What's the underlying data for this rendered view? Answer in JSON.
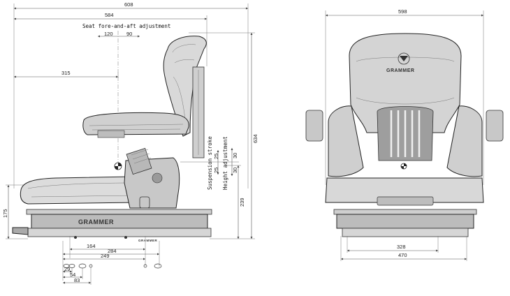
{
  "side_view": {
    "dims": {
      "overall_width": "608",
      "seat_depth": "584",
      "fore_aft_label": "Seat fore-and-aft adjustment",
      "fore_aft_back": "120",
      "fore_aft_fwd": "90",
      "backrest_offset": "315",
      "overall_height": "634",
      "seat_height": "239",
      "base_height": "175",
      "suspension_label": "Suspension stroke",
      "suspension_a": "25",
      "suspension_b": "25",
      "height_adj_label": "Height adjustment",
      "height_a": "30",
      "height_b": "30",
      "rail_164": "164",
      "rail_284": "284",
      "rail_249": "249",
      "hole_29": "29",
      "hole_54": "54",
      "hole_83": "83"
    },
    "base_brand": "GRAMMER",
    "small_brand": "GRAMMER"
  },
  "front_view": {
    "dims": {
      "overall_width": "598",
      "rail_328": "328",
      "base_470": "470"
    },
    "backrest_brand": "GRAMMER"
  }
}
